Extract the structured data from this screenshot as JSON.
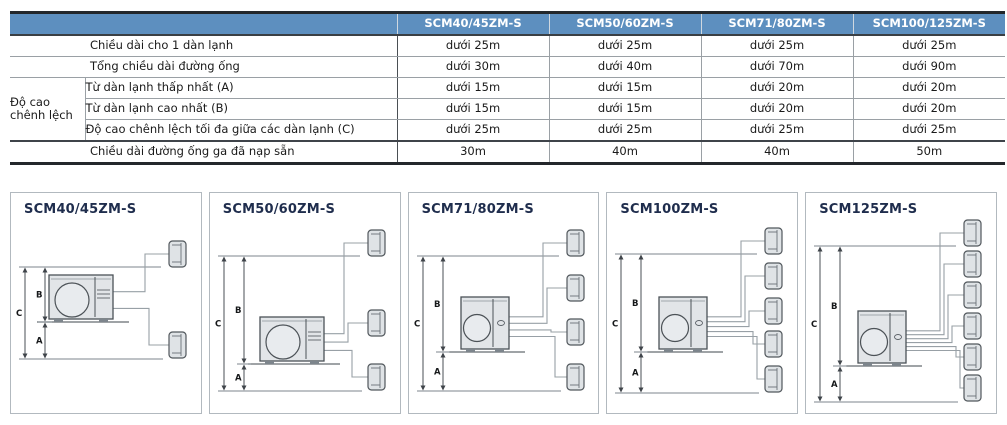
{
  "colors": {
    "header_bg": "#5d8fbf",
    "header_text": "#ffffff",
    "border_dark": "#23272b",
    "border_gray": "#9aa0a5",
    "diagram_line": "#7d858c",
    "unit_fill": "#dfe3e6",
    "unit_stroke": "#51575c",
    "diagram_title_color": "#1f2d4d"
  },
  "table": {
    "columns": [
      "SCM40/45ZM-S",
      "SCM50/60ZM-S",
      "SCM71/80ZM-S",
      "SCM100/125ZM-S"
    ],
    "group_label": "Độ cao chênh lệch",
    "rows": [
      {
        "label": "Chiều dài cho 1 dàn lạnh",
        "merged": true,
        "values": [
          "dưới 25m",
          "dưới 25m",
          "dưới 25m",
          "dưới 25m"
        ]
      },
      {
        "label": "Tổng chiều dài đường ống",
        "merged": true,
        "values": [
          "dưới 30m",
          "dưới 40m",
          "dưới 70m",
          "dưới 90m"
        ]
      },
      {
        "label": "Từ dàn lạnh thấp nhất (A)",
        "merged": false,
        "values": [
          "dưới 15m",
          "dưới 15m",
          "dưới 20m",
          "dưới 20m"
        ]
      },
      {
        "label": "Từ dàn lạnh cao nhất (B)",
        "merged": false,
        "values": [
          "dưới 15m",
          "dưới 15m",
          "dưới 20m",
          "dưới 20m"
        ]
      },
      {
        "label": "Độ cao chênh lệch tối đa giữa các dàn lạnh (C)",
        "merged": false,
        "values": [
          "dưới 25m",
          "dưới 25m",
          "dưới 25m",
          "dưới 25m"
        ]
      },
      {
        "label": "Chiều dài đường ống ga đã nạp sẵn",
        "merged": true,
        "values": [
          "30m",
          "40m",
          "40m",
          "50m"
        ]
      }
    ]
  },
  "diagrams": [
    {
      "title": "SCM40/45ZM-S",
      "indoor_units": 2,
      "outdoor_style": "wide",
      "dimension_labels": [
        "C",
        "B",
        "A"
      ]
    },
    {
      "title": "SCM50/60ZM-S",
      "indoor_units": 3,
      "outdoor_style": "wide",
      "dimension_labels": [
        "C",
        "B",
        "A"
      ]
    },
    {
      "title": "SCM71/80ZM-S",
      "indoor_units": 4,
      "outdoor_style": "tall",
      "dimension_labels": [
        "C",
        "B",
        "A"
      ]
    },
    {
      "title": "SCM100ZM-S",
      "indoor_units": 5,
      "outdoor_style": "tall",
      "dimension_labels": [
        "C",
        "B",
        "A"
      ]
    },
    {
      "title": "SCM125ZM-S",
      "indoor_units": 6,
      "outdoor_style": "tall",
      "dimension_labels": [
        "C",
        "B",
        "A"
      ]
    }
  ]
}
